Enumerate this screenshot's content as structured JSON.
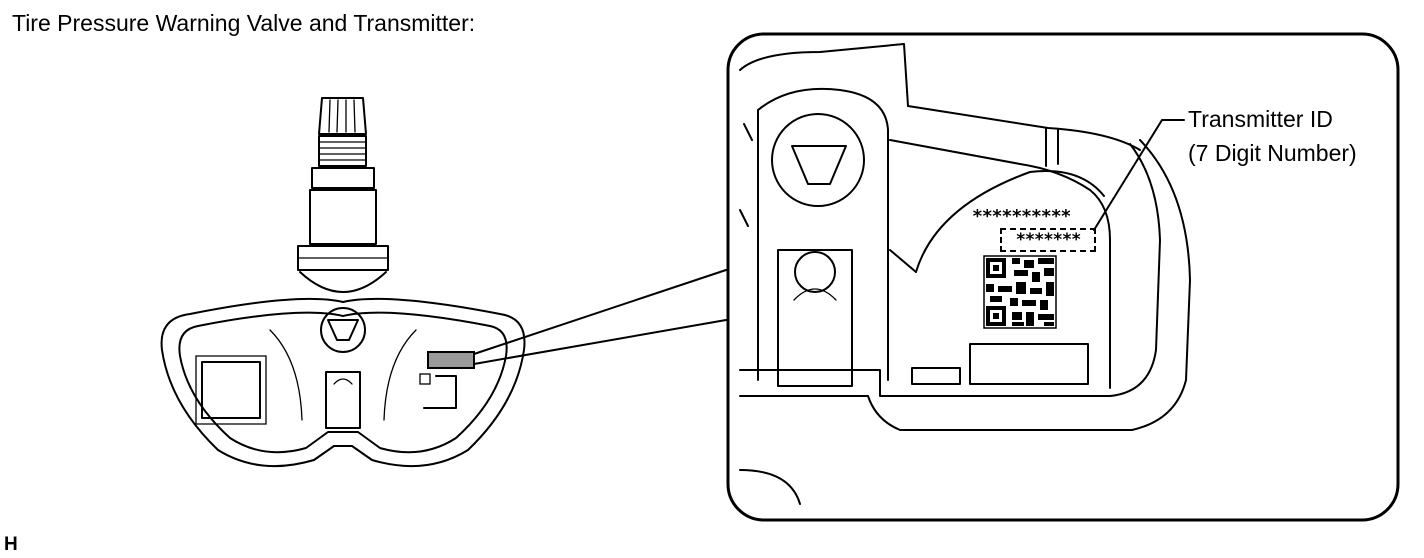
{
  "title": "Tire Pressure Warning Valve and Transmitter:",
  "callout": {
    "line1": "Transmitter ID",
    "line2": "(7 Digit Number)"
  },
  "label_marks": {
    "top_asterisks": "**********",
    "id_asterisks": "*******"
  },
  "corner_code": "H",
  "colors": {
    "line": "#000000",
    "background": "#ffffff",
    "highlight": "#9a9a9a"
  }
}
